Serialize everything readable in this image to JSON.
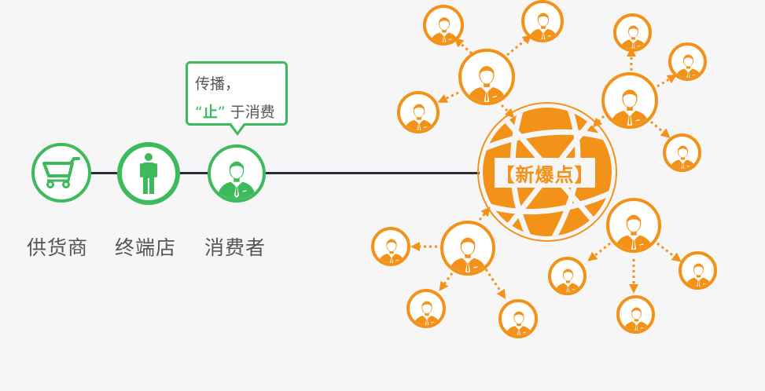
{
  "colors": {
    "green": "#3dba5c",
    "orange": "#f39219",
    "line": "#2c2c3a",
    "text": "#555555",
    "background": "#f6f6f6"
  },
  "chain": {
    "nodes": [
      {
        "id": "supplier",
        "label": "供货商",
        "icon": "shopping-cart-icon"
      },
      {
        "id": "store",
        "label": "终端店",
        "icon": "standing-person-icon"
      },
      {
        "id": "consumer",
        "label": "消费者",
        "icon": "businessman-icon"
      }
    ]
  },
  "bubble": {
    "line1": "传播，",
    "quote_open": "“",
    "highlight": "止",
    "quote_close": "”",
    "line2_rest": " 于消费"
  },
  "hub": {
    "label": "【新爆点】",
    "icon": "globe-icon"
  },
  "network": {
    "clusters": [
      {
        "name": "top-left",
        "center": "businessman-icon",
        "children": 3
      },
      {
        "name": "top-right",
        "center": "businessman-icon",
        "children": 3
      },
      {
        "name": "bottom-left",
        "center": "businessman-icon",
        "children": 3
      },
      {
        "name": "bottom-right",
        "center": "businessman-icon",
        "children": 3
      }
    ]
  }
}
